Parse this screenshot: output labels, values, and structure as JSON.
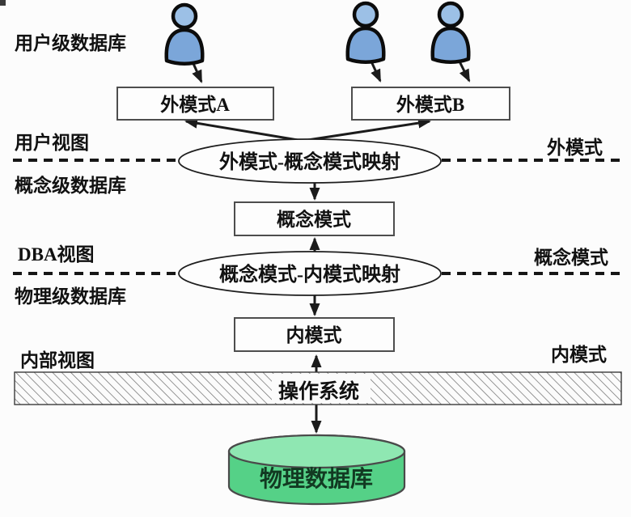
{
  "diagram": {
    "levels": {
      "user_level_label": "用户级数据库",
      "user_view_label": "用户视图",
      "conceptual_level_label": "概念级数据库",
      "dba_view_label": "DBA视图",
      "physical_level_label": "物理级数据库",
      "internal_view_label": "内部视图"
    },
    "schema_side_labels": {
      "external": "外模式",
      "conceptual": "概念模式",
      "internal": "内模式"
    },
    "nodes": {
      "external_schema_a": "外模式A",
      "external_schema_b": "外模式B",
      "conceptual_schema": "概念模式",
      "internal_schema": "内模式",
      "os_bar": "操作系统",
      "physical_database": "物理数据库"
    },
    "mappings": {
      "external_to_conceptual": "外模式-概念模式映射",
      "conceptual_to_internal": "概念模式-内模式映射"
    },
    "icons": {
      "user_icon": "user-icon"
    },
    "colors": {
      "user_icon_blue": "#7ba6d9",
      "cylinder_body_green": "#55d187",
      "cylinder_top_green": "#8fe7b2",
      "line_black": "#1b1b1b",
      "background": "#fcfcfc"
    }
  }
}
